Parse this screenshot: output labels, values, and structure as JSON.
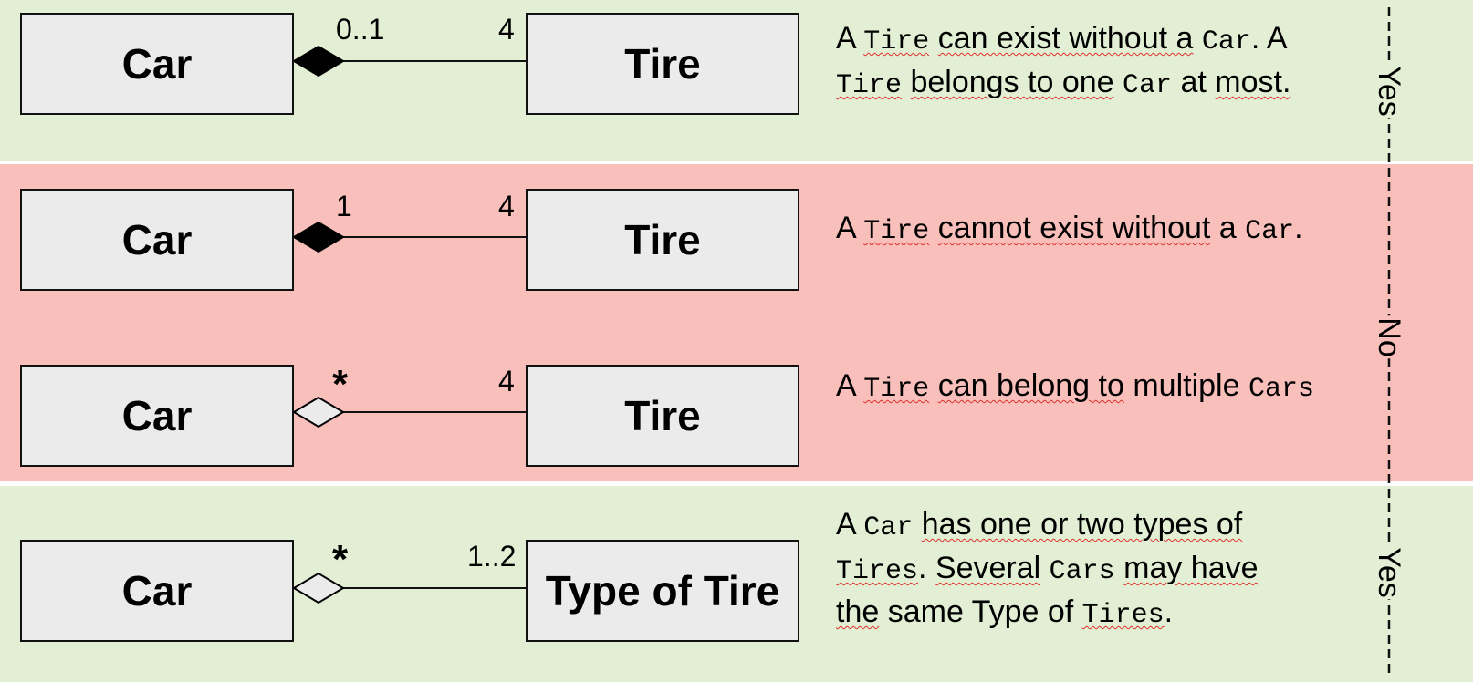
{
  "rows": [
    {
      "left_class": "Car",
      "right_class": "Tire",
      "left_mult": "0..1",
      "right_mult": "4",
      "relation": "composition",
      "desc_lines": [
        [
          {
            "t": "A "
          },
          {
            "t": "Tire",
            "m": true,
            "sq": true
          },
          {
            "t": " "
          },
          {
            "t": "can exist without a",
            "sq": true
          },
          {
            "t": " "
          },
          {
            "t": "Car",
            "m": true
          },
          {
            "t": ". A"
          }
        ],
        [
          {
            "t": "Tire",
            "m": true,
            "sq": true
          },
          {
            "t": " "
          },
          {
            "t": "belongs to one",
            "sq": true
          },
          {
            "t": " "
          },
          {
            "t": "Car",
            "m": true
          },
          {
            "t": " at "
          },
          {
            "t": "most.",
            "sq": true
          }
        ]
      ]
    },
    {
      "left_class": "Car",
      "right_class": "Tire",
      "left_mult": "1",
      "right_mult": "4",
      "relation": "composition",
      "desc_lines": [
        [
          {
            "t": "A "
          },
          {
            "t": "Tire",
            "m": true,
            "sq": true
          },
          {
            "t": " "
          },
          {
            "t": "cannot exist without",
            "sq": true
          },
          {
            "t": " a "
          },
          {
            "t": "Car",
            "m": true
          },
          {
            "t": "."
          }
        ]
      ]
    },
    {
      "left_class": "Car",
      "right_class": "Tire",
      "left_mult": "*",
      "right_mult": "4",
      "relation": "aggregation",
      "desc_lines": [
        [
          {
            "t": "A "
          },
          {
            "t": "Tire",
            "m": true,
            "sq": true
          },
          {
            "t": " "
          },
          {
            "t": "can belong to",
            "sq": true
          },
          {
            "t": " multiple "
          },
          {
            "t": "Cars",
            "m": true
          }
        ]
      ]
    },
    {
      "left_class": "Car",
      "right_class": "Type of Tire",
      "left_mult": "*",
      "right_mult": "1..2",
      "relation": "aggregation",
      "desc_lines": [
        [
          {
            "t": "A "
          },
          {
            "t": "Car",
            "m": true
          },
          {
            "t": " "
          },
          {
            "t": "has one or two types of",
            "sq": true
          }
        ],
        [
          {
            "t": "Tires",
            "m": true,
            "sq": true
          },
          {
            "t": ". "
          },
          {
            "t": "Several",
            "sq": true
          },
          {
            "t": " "
          },
          {
            "t": "Cars",
            "m": true
          },
          {
            "t": " "
          },
          {
            "t": "may have",
            "sq": true
          }
        ],
        [
          {
            "t": "the",
            "sq": true
          },
          {
            "t": " same Type of "
          },
          {
            "t": "Tires",
            "m": true,
            "sq": true
          },
          {
            "t": "."
          }
        ]
      ]
    }
  ],
  "verdicts": {
    "top": "Yes",
    "middle": "No",
    "bottom": "Yes"
  },
  "colors": {
    "yes_band": "#e2efd4",
    "no_band": "#f8bfbb",
    "box_fill": "#ebebeb",
    "squiggle": "#e0312b"
  }
}
